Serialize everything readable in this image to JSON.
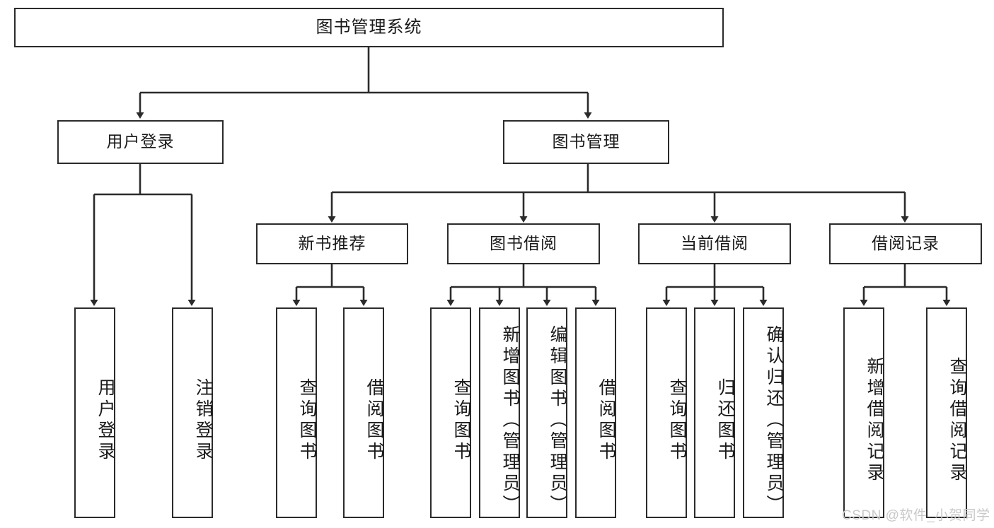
{
  "diagram": {
    "title": "图书管理系统",
    "type": "tree-hierarchy-diagram",
    "colors": {
      "box_border": "#2b2b2b",
      "box_fill": "#ffffff",
      "connector": "#2b2b2b",
      "background": "#ffffff",
      "watermark": "#c9c9c9"
    },
    "root": {
      "label": "图书管理系统"
    },
    "level2": [
      {
        "label": "用户登录"
      },
      {
        "label": "图书管理"
      }
    ],
    "level3": [
      {
        "label": "新书推荐"
      },
      {
        "label": "图书借阅"
      },
      {
        "label": "当前借阅"
      },
      {
        "label": "借阅记录"
      }
    ],
    "leaves": {
      "user_login": [
        {
          "label": "用户登录"
        },
        {
          "label": "注销登录"
        }
      ],
      "new_book_recommend": [
        {
          "label": "查询图书"
        },
        {
          "label": "借阅图书"
        }
      ],
      "book_borrow": [
        {
          "label": "查询图书"
        },
        {
          "label": "新增图书（管理员）"
        },
        {
          "label": "编辑图书（管理员）"
        },
        {
          "label": "借阅图书"
        }
      ],
      "current_borrow": [
        {
          "label": "查询图书"
        },
        {
          "label": "归还图书"
        },
        {
          "label": "确认归还（管理员）"
        }
      ],
      "borrow_record": [
        {
          "label": "新增借阅记录"
        },
        {
          "label": "查询借阅记录"
        }
      ]
    }
  },
  "watermark": {
    "text": "CSDN @软件_小贺同学"
  }
}
